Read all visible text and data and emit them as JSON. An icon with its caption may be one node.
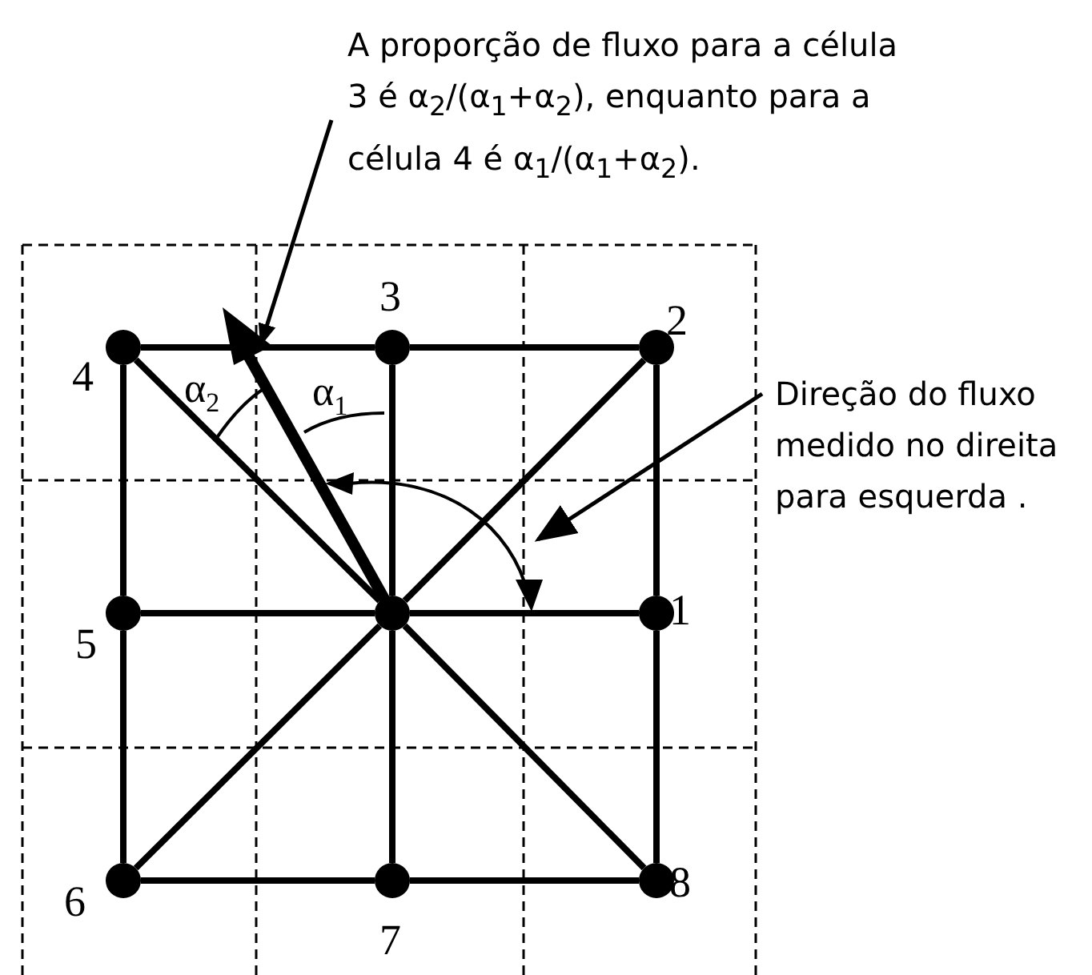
{
  "diagram": {
    "nodes": [
      {
        "text": [
          "A proporção de fluxo para a célula 3 é α$_{2}$/(α$_{1}$+α$_{2}$), enquanto para a célula 4 é α$_{1}$/(α$_{1}$+α$_{2}$)."
        ]
      },
      {
        "text": [],
        "shape": "circle",
        "beside": [
          "4"
        ]
      },
      {
        "text": [],
        "shape": "circle",
        "beside": [
          "3"
        ]
      },
      {
        "text": [],
        "shape": "circle",
        "beside": [
          "2"
        ]
      },
      {
        "text": [
          "Direção do fluxo medido no direita para esquerda ."
        ]
      },
      {
        "text": [],
        "shape": "circle",
        "beside": [
          "5"
        ]
      },
      {
        "text": [],
        "shape": "circle"
      },
      {
        "text": [],
        "shape": "circle",
        "beside": [
          "1"
        ]
      },
      {
        "text": [],
        "shape": "circle",
        "beside": [
          "6"
        ]
      },
      {
        "text": [],
        "shape": "circle",
        "beside": [
          "7"
        ]
      },
      {
        "text": [],
        "shape": "circle",
        "beside": [
          "8"
        ]
      }
    ],
    "edges": [
      {
        "from": 1,
        "to": 2,
        "arrow": "none"
      },
      {
        "from": 2,
        "to": 3,
        "arrow": "none"
      },
      {
        "from": 5,
        "to": 6,
        "arrow": "none"
      },
      {
        "from": 6,
        "to": 7,
        "arrow": "none"
      },
      {
        "from": 8,
        "to": 9,
        "arrow": "none"
      },
      {
        "from": 9,
        "to": 10,
        "arrow": "none"
      },
      {
        "from": 1,
        "to": 5,
        "arrow": "none"
      },
      {
        "from": 5,
        "to": 8,
        "arrow": "none"
      },
      {
        "from": 2,
        "to": 6,
        "arrow": "none"
      },
      {
        "from": 6,
        "to": 9,
        "arrow": "none"
      },
      {
        "from": 3,
        "to": 7,
        "arrow": "none"
      },
      {
        "from": 7,
        "to": 10,
        "arrow": "none"
      },
      {
        "from": 6,
        "to": 1,
        "arrow": "none"
      },
      {
        "from": 6,
        "to": 3,
        "arrow": "none"
      },
      {
        "from": 6,
        "to": 8,
        "arrow": "none"
      },
      {
        "from": 6,
        "to": 10,
        "arrow": "none"
      },
      {
        "from": 0,
        "to": null,
        "arrow": "to"
      },
      {
        "from": 4,
        "to": null,
        "arrow": "to"
      }
    ],
    "labels": [
      "α$_{2}$",
      "α$_{1}$"
    ]
  }
}
